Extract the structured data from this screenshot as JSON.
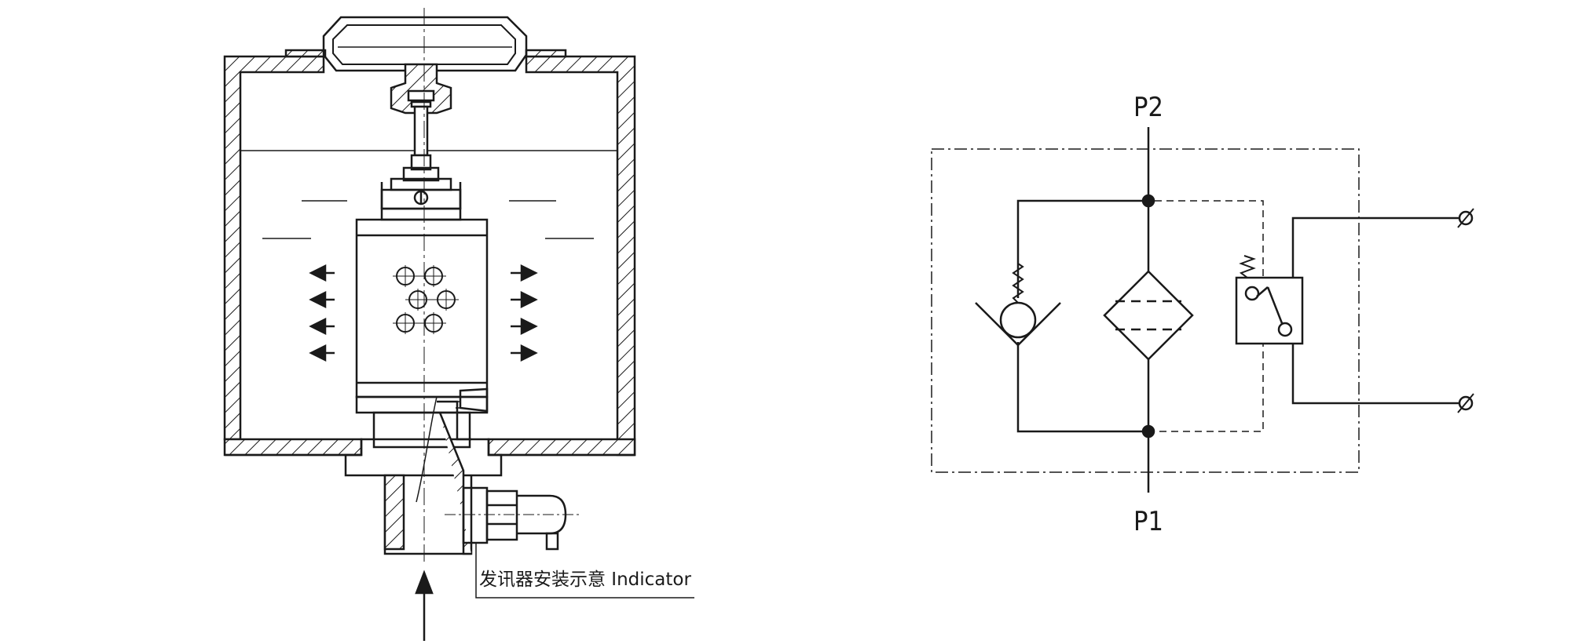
{
  "left_drawing": {
    "callout_label": "发讯器安装示意 Indicator"
  },
  "schematic": {
    "port_top": "P2",
    "port_bottom": "P1"
  },
  "colors": {
    "line": "#1a1a1a",
    "background": "#ffffff"
  }
}
